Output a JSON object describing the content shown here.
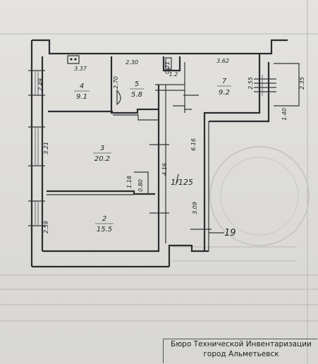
{
  "plan": {
    "overall": {
      "area_label": "1/125",
      "ref_label": "19"
    },
    "rooms": [
      {
        "number": "4",
        "area": "9.1"
      },
      {
        "number": "5",
        "area": "5.8"
      },
      {
        "number": "7",
        "area": "9.2"
      },
      {
        "number": "3",
        "area": "20.2"
      },
      {
        "number": "2",
        "area": "15.5"
      }
    ],
    "dimensions": {
      "d337": "3.37",
      "d230": "2.30",
      "d12": "1.2",
      "d362": "3.62",
      "d249": "2.49",
      "d270": "2.70",
      "d255": "2.55",
      "d235": "2.35",
      "d140": "1.40",
      "d616": "6.16",
      "d321": "3.21",
      "d118": "1.18",
      "d080": "0.80",
      "d416": "4.16",
      "d259": "2.59",
      "d309": "3.09",
      "d021": "0.21"
    }
  },
  "stamp": {
    "line1": "Бюро Технической Инвентаризации",
    "line2": "город Альметьевск"
  }
}
